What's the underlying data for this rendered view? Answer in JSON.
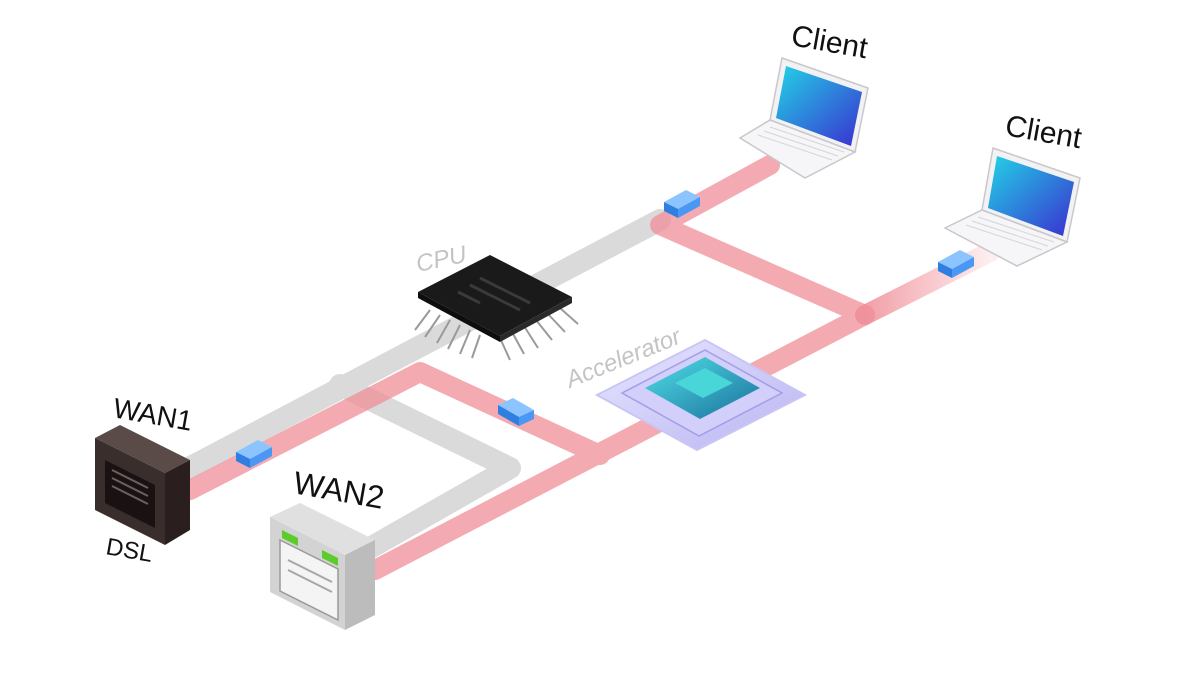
{
  "labels": {
    "client_1": "Client",
    "client_2": "Client",
    "cpu": "CPU",
    "accelerator": "Accelerator",
    "wan1": "WAN1",
    "dsl": "DSL",
    "wan2": "WAN2"
  },
  "colors": {
    "cpu_path": "#d7d7d7",
    "accelerated_path": "#f08e98",
    "packet": "#3a8ff0",
    "screen_top": "#22d3e6",
    "screen_bottom": "#3a2fd0",
    "port_led": "#5ccc2a",
    "chip": "#1c1c1c",
    "accelerator_core": "#25a6b8"
  }
}
